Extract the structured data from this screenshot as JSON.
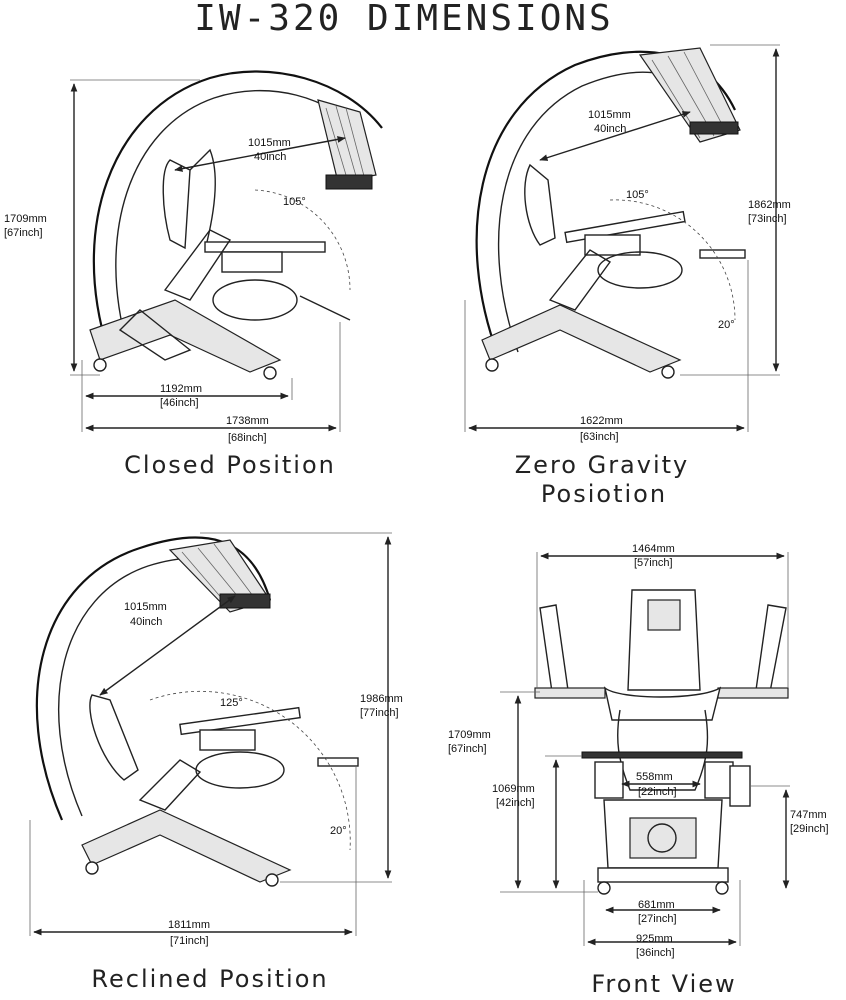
{
  "title": "IW-320 DIMENSIONS",
  "views": {
    "closed": {
      "caption": "Closed Position",
      "height": [
        "1709mm",
        "[67inch]"
      ],
      "reach": [
        "1015mm",
        "40inch"
      ],
      "angle": "105°",
      "base": [
        "1192mm",
        "[46inch]"
      ],
      "length": [
        "1738mm",
        "[68inch]"
      ]
    },
    "zero_gravity": {
      "caption_line1": "Zero Gravity",
      "caption_line2": "Posiotion",
      "height": [
        "1862mm",
        "[73inch]"
      ],
      "reach": [
        "1015mm",
        "40inch"
      ],
      "angle": "105°",
      "tilt": "20°",
      "length": [
        "1622mm",
        "[63inch]"
      ]
    },
    "reclined": {
      "caption": "Reclined Position",
      "height": [
        "1986mm",
        "[77inch]"
      ],
      "reach": [
        "1015mm",
        "40inch"
      ],
      "angle": "125°",
      "tilt": "20°",
      "length": [
        "1811mm",
        "[71inch]"
      ]
    },
    "front": {
      "caption": "Front View",
      "overall_width": [
        "1464mm",
        "[57inch]"
      ],
      "height": [
        "1709mm",
        "[67inch]"
      ],
      "desk_height": [
        "1069mm",
        "[42inch]"
      ],
      "seat_width": [
        "558mm",
        "[22inch]"
      ],
      "arm_height": [
        "747mm",
        "[29inch]"
      ],
      "base_inner": [
        "681mm",
        "[27inch]"
      ],
      "base_outer": [
        "925mm",
        "[36inch]"
      ]
    }
  }
}
